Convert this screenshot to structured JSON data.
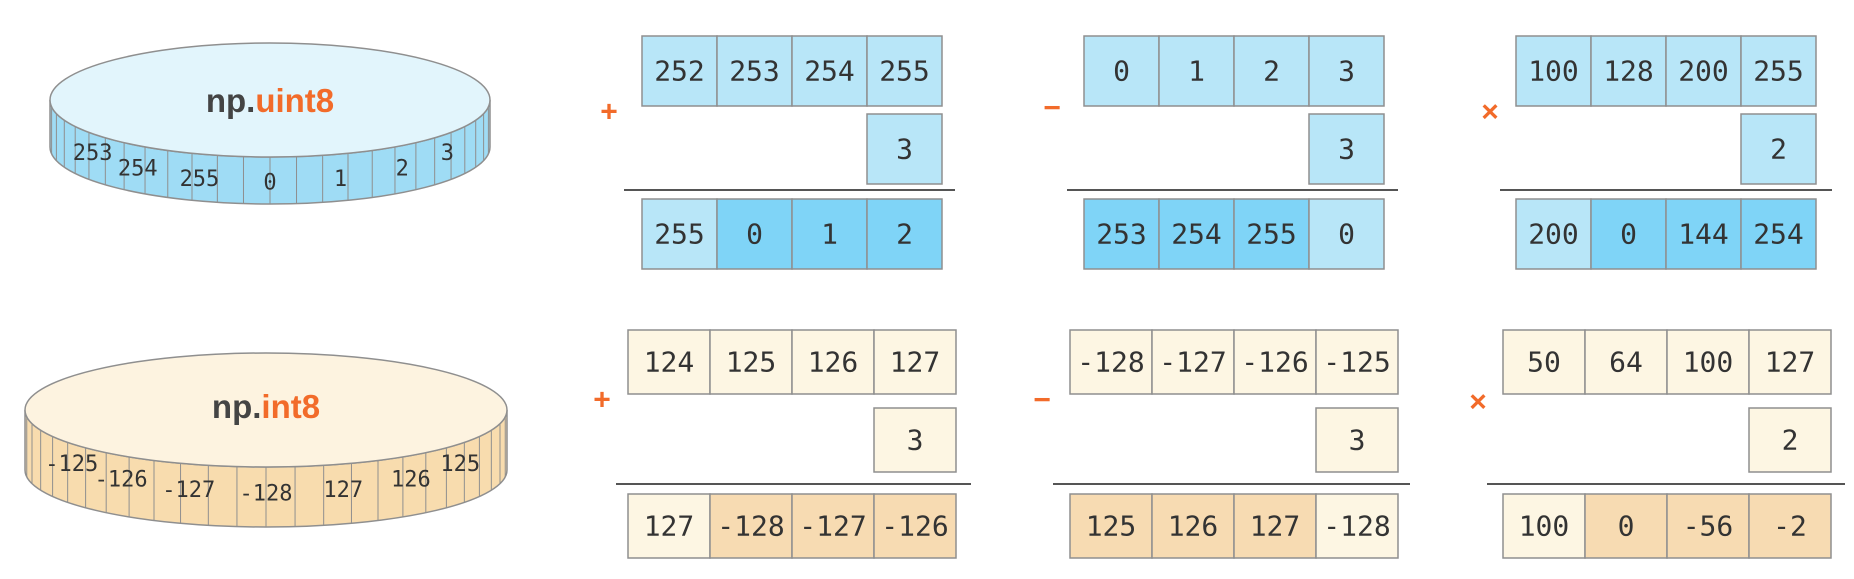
{
  "colors": {
    "uint8_top": "#e2f5fc",
    "uint8_side": "#9fdcf5",
    "uint8_cell_light": "#b8e6f8",
    "uint8_cell_mid": "#8ad8f8",
    "uint8_cell_dark": "#7fd4f7",
    "int8_top": "#fdf3e0",
    "int8_side": "#f8dcae",
    "int8_cell_light": "#fdf6e3",
    "int8_cell_dark": "#f7dbb2",
    "accent": "#f26b2a",
    "border": "#8f8f8f",
    "text": "#333333"
  },
  "disks": [
    {
      "prefix": "np.",
      "dtype": "uint8",
      "labels": [
        "253",
        "254",
        "255",
        "0",
        "1",
        "2",
        "3"
      ]
    },
    {
      "prefix": "np.",
      "dtype": "int8",
      "labels": [
        "-125",
        "-126",
        "-127",
        "-128",
        "127",
        "126",
        "125"
      ]
    }
  ],
  "operations": [
    {
      "row": "uint8",
      "operator": "+",
      "top": [
        "252",
        "253",
        "254",
        "255"
      ],
      "operand": "3",
      "result": [
        "255",
        "0",
        "1",
        "2"
      ],
      "overflow": [
        false,
        true,
        true,
        true
      ]
    },
    {
      "row": "uint8",
      "operator": "−",
      "top": [
        "0",
        "1",
        "2",
        "3"
      ],
      "operand": "3",
      "result": [
        "253",
        "254",
        "255",
        "0"
      ],
      "overflow": [
        true,
        true,
        true,
        false
      ]
    },
    {
      "row": "uint8",
      "operator": "×",
      "top": [
        "100",
        "128",
        "200",
        "255"
      ],
      "operand": "2",
      "result": [
        "200",
        "0",
        "144",
        "254"
      ],
      "overflow": [
        false,
        true,
        true,
        true
      ]
    },
    {
      "row": "int8",
      "operator": "+",
      "top": [
        "124",
        "125",
        "126",
        "127"
      ],
      "operand": "3",
      "result": [
        "127",
        "-128",
        "-127",
        "-126"
      ],
      "overflow": [
        false,
        true,
        true,
        true
      ]
    },
    {
      "row": "int8",
      "operator": "−",
      "top": [
        "-128",
        "-127",
        "-126",
        "-125"
      ],
      "operand": "3",
      "result": [
        "125",
        "126",
        "127",
        "-128"
      ],
      "overflow": [
        true,
        true,
        true,
        false
      ]
    },
    {
      "row": "int8",
      "operator": "×",
      "top": [
        "50",
        "64",
        "100",
        "127"
      ],
      "operand": "2",
      "result": [
        "100",
        "0",
        "-56",
        "-2"
      ],
      "overflow": [
        false,
        true,
        true,
        true
      ]
    }
  ]
}
